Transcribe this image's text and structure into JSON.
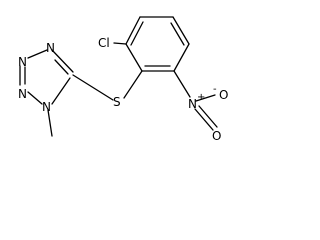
{
  "diagram": {
    "type": "chemical-structure",
    "atoms": {
      "n1": "N",
      "n2": "N",
      "n3": "N",
      "n4": "N",
      "s": "S",
      "cl": "Cl",
      "n_nitro": "N",
      "n_nitro_charge": "+",
      "o_top": "O",
      "o_top_charge": "-",
      "o_right": "O"
    }
  }
}
